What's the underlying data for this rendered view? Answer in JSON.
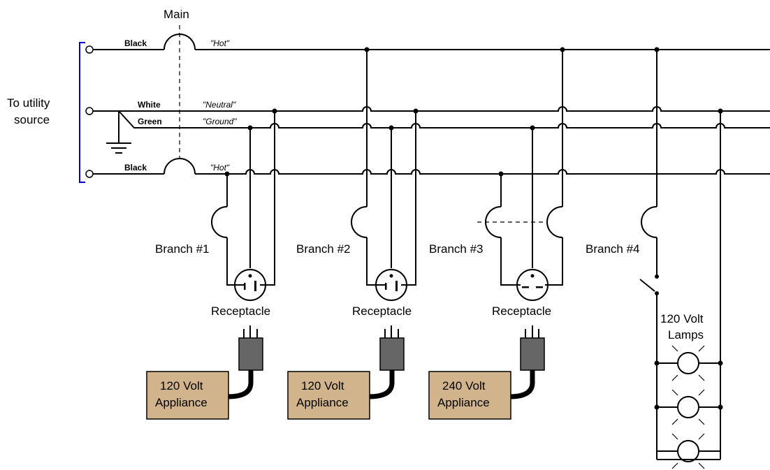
{
  "main_label": "Main",
  "source_label": [
    "To utility",
    "source"
  ],
  "wires": {
    "hot_top": {
      "color_label": "Black",
      "role_label": "\"Hot\""
    },
    "neutral": {
      "color_label": "White",
      "role_label": "\"Neutral\""
    },
    "ground": {
      "color_label": "Green",
      "role_label": "\"Ground\""
    },
    "hot_bottom": {
      "color_label": "Black",
      "role_label": "\"Hot\""
    }
  },
  "branches": [
    {
      "label": "Branch #1",
      "receptacle": "Receptacle",
      "appliance": [
        "120 Volt",
        "Appliance"
      ]
    },
    {
      "label": "Branch #2",
      "receptacle": "Receptacle",
      "appliance": [
        "120 Volt",
        "Appliance"
      ]
    },
    {
      "label": "Branch #3",
      "receptacle": "Receptacle",
      "appliance": [
        "240 Volt",
        "Appliance"
      ]
    },
    {
      "label": "Branch #4",
      "lamps": [
        "120 Volt",
        "Lamps"
      ]
    }
  ],
  "colors": {
    "wire": "#000000",
    "source_bracket": "#0000cc",
    "appliance_fill": "#d2b48c",
    "plug_fill": "#666666",
    "background": "#ffffff"
  }
}
